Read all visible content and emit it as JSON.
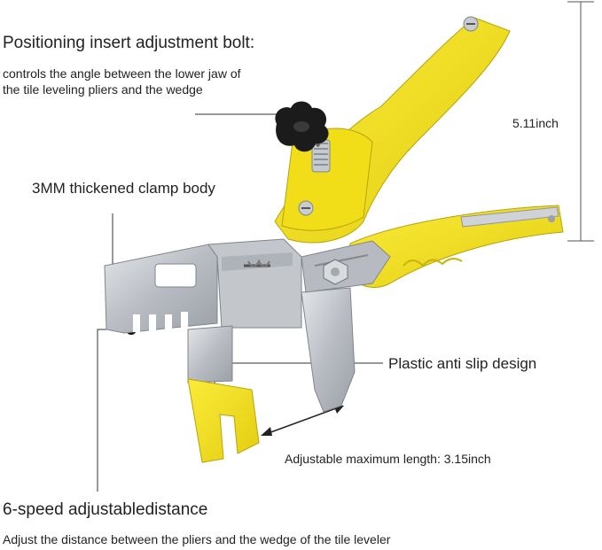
{
  "labels": {
    "positioning_title": "Positioning insert adjustment bolt:",
    "positioning_desc_line1": "controls the angle between the lower jaw of",
    "positioning_desc_line2": "the tile leveling pliers and the wedge",
    "height_dimension": "5.11inch",
    "clamp_body": "3MM thickened clamp body",
    "anti_slip": "Plastic anti slip design",
    "max_length": "Adjustable maximum length: 3.15inch",
    "speed_title": "6-speed adjustabledistance",
    "speed_desc": "Adjust the distance between the pliers and the wedge of the tile leveler"
  },
  "colors": {
    "handle_yellow": "#f5e21a",
    "handle_shadow": "#d8c410",
    "metal": "#c9ccd1",
    "metal_dark": "#8f949b",
    "knob": "#1b1b1b",
    "text": "#222222"
  }
}
